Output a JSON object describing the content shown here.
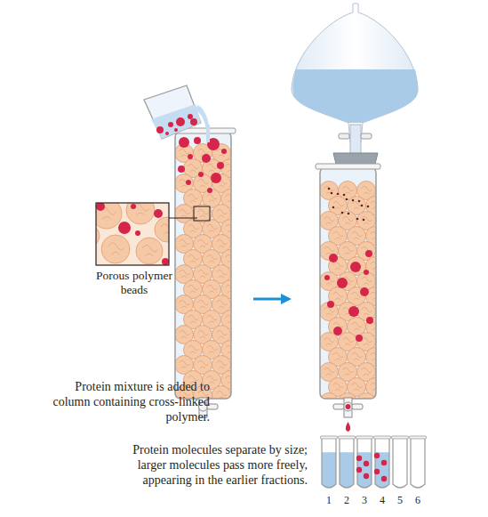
{
  "diagram": {
    "labels": [
      "Porous polymer beads",
      "Protein mixture is added to column containing cross-linked polymer.",
      "Protein molecules separate by size; larger molecules pass more freely, appearing in the earlier fractions.",
      "1",
      "2",
      "3",
      "4",
      "5",
      "6"
    ]
  }
}
